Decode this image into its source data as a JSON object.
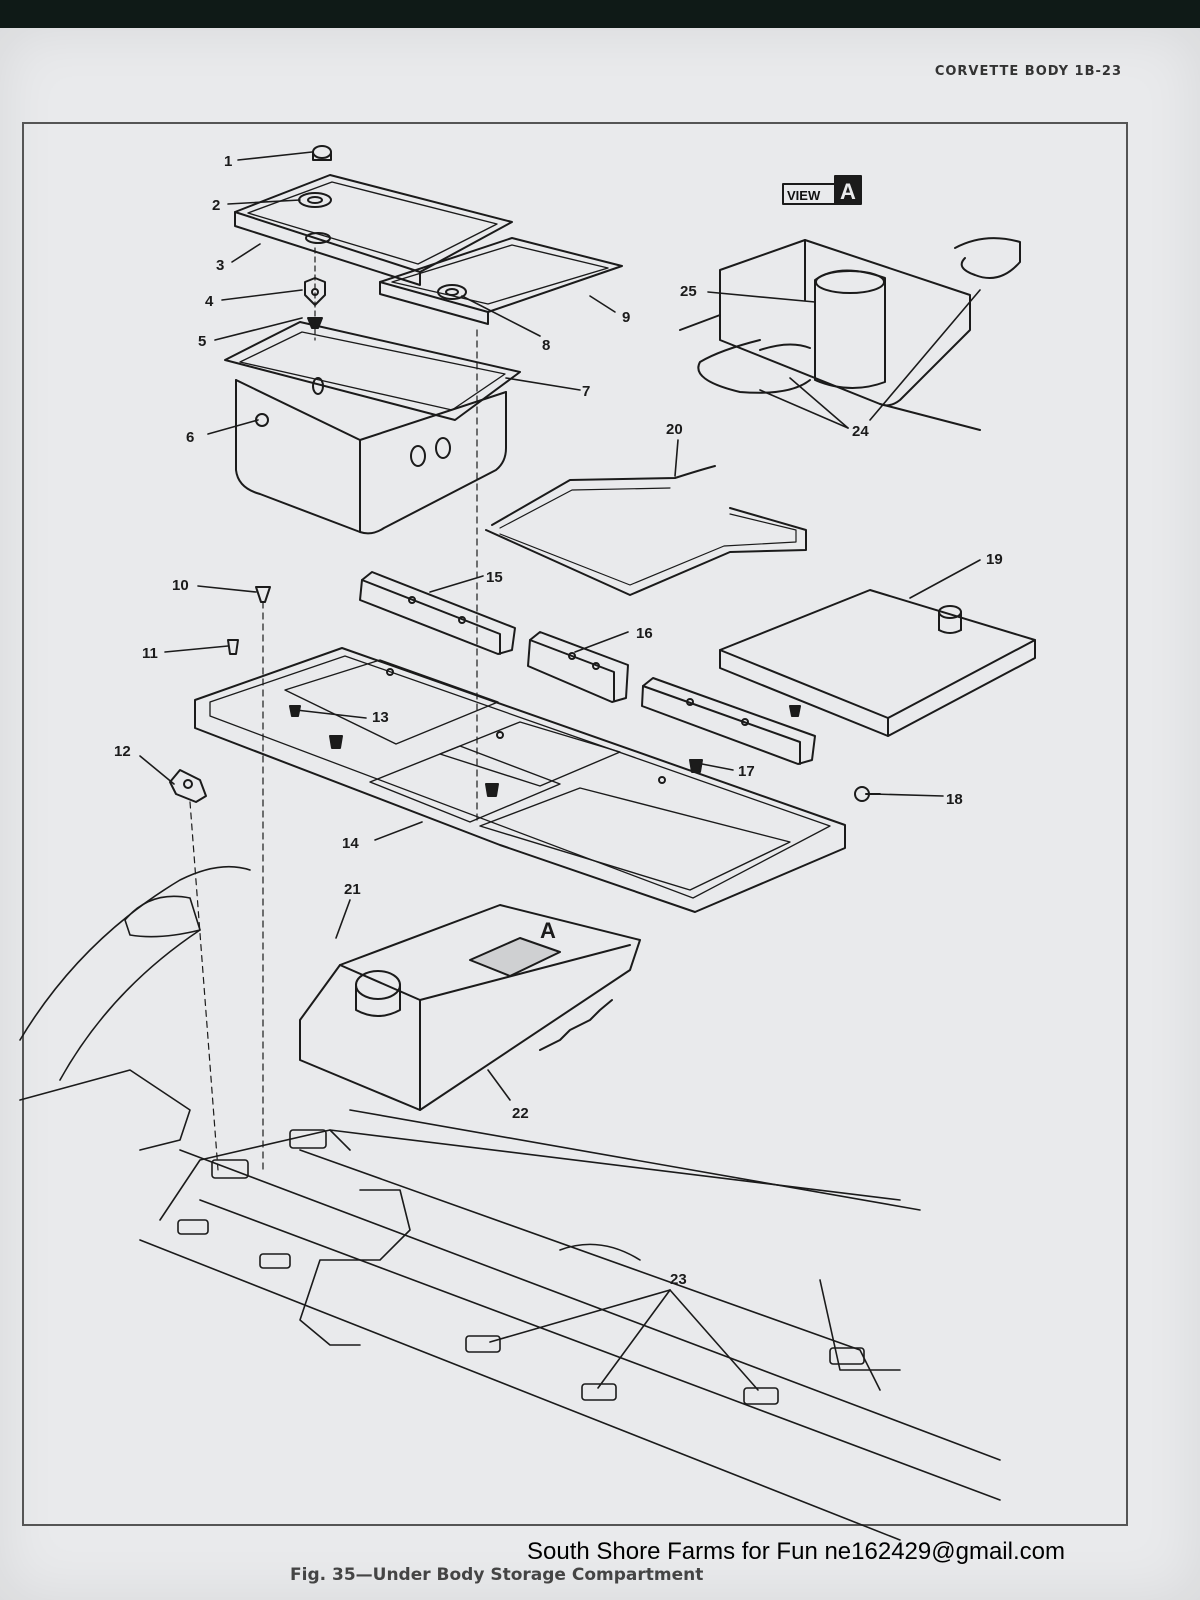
{
  "page": {
    "header": "CORVETTE BODY 1B-23",
    "caption": "Fig. 35—Under Body Storage Compartment",
    "watermark": "South Shore Farms for Fun ne162429@gmail.com"
  },
  "view_label": {
    "word": "VIEW",
    "letter": "A"
  },
  "section_marker": "A",
  "callouts": [
    {
      "label": "1"
    },
    {
      "label": "2"
    },
    {
      "label": "3"
    },
    {
      "label": "4"
    },
    {
      "label": "5"
    },
    {
      "label": "6"
    },
    {
      "label": "7"
    },
    {
      "label": "8"
    },
    {
      "label": "9"
    },
    {
      "label": "10"
    },
    {
      "label": "11"
    },
    {
      "label": "12"
    },
    {
      "label": "13"
    },
    {
      "label": "14"
    },
    {
      "label": "15"
    },
    {
      "label": "16"
    },
    {
      "label": "17"
    },
    {
      "label": "18"
    },
    {
      "label": "19"
    },
    {
      "label": "20"
    },
    {
      "label": "21"
    },
    {
      "label": "22"
    },
    {
      "label": "23"
    },
    {
      "label": "24"
    },
    {
      "label": "25"
    }
  ],
  "colors": {
    "paper": "#e9eaec",
    "ink": "#1b1b1b",
    "backdrop": "#0f1a17"
  }
}
